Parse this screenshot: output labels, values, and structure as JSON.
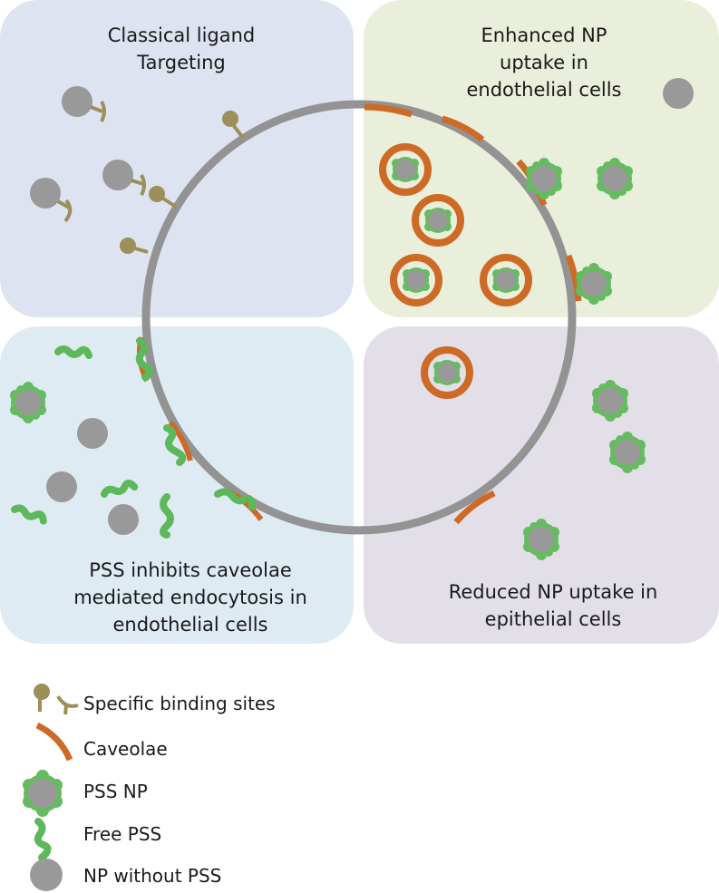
{
  "quadrants": {
    "top_left": {
      "lines": [
        "Classical ligand",
        "Targeting"
      ]
    },
    "top_right": {
      "lines": [
        "Enhanced NP",
        "uptake in",
        "endothelial cells"
      ]
    },
    "bottom_left": {
      "lines": [
        "PSS inhibits caveolae",
        "mediated endocytosis in",
        "endothelial cells"
      ]
    },
    "bottom_right": {
      "lines": [
        "Reduced NP uptake in",
        "epithelial cells"
      ]
    }
  },
  "legend": {
    "items": [
      {
        "label": "Specific binding sites",
        "icon": "binding-site-icon"
      },
      {
        "label": "Caveolae",
        "icon": "caveolae-icon"
      },
      {
        "label": "PSS NP",
        "icon": "pss-np-icon"
      },
      {
        "label": "Free PSS",
        "icon": "free-pss-icon"
      },
      {
        "label": "NP without PSS",
        "icon": "np-without-pss-icon"
      }
    ]
  },
  "colors": {
    "top_left_bg": "#dde3f0",
    "top_right_bg": "#e9efda",
    "bottom_left_bg": "#deebf3",
    "bottom_right_bg": "#e3dfe9",
    "cell_membrane": "#939393",
    "np_gray": "#999999",
    "ligand": "#9c8f59",
    "caveolae": "#cd6a26",
    "pss_green": "#5cb85a"
  }
}
